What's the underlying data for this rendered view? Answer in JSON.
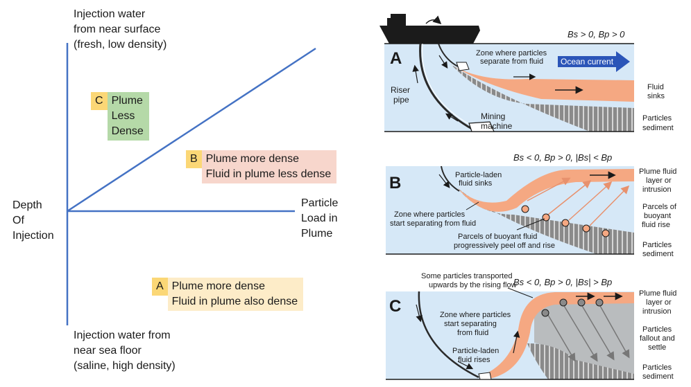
{
  "left": {
    "top_label": [
      "Injection water",
      "from near surface",
      "(fresh, low density)"
    ],
    "bottom_label": [
      "Injection water from",
      "near sea floor",
      "(saline, high density)"
    ],
    "y_axis_label": [
      "Depth",
      "Of",
      "Injection"
    ],
    "x_axis_label": [
      "Particle",
      "Load in",
      "Plume"
    ],
    "regions": {
      "c": {
        "letter": "C",
        "lines": [
          "Plume",
          "Less",
          "Dense"
        ]
      },
      "b": {
        "letter": "B",
        "lines": [
          "Plume more dense",
          "Fluid in plume less dense"
        ]
      },
      "a": {
        "letter": "A",
        "lines": [
          "Plume more dense",
          "Fluid in plume also dense"
        ]
      }
    }
  },
  "right": {
    "panel_a": {
      "letter": "A",
      "condition": "Bs > 0,  Bp > 0",
      "zone_label": [
        "Zone where particles",
        "separate from fluid"
      ],
      "current_label": "Ocean current",
      "riser_label": [
        "Riser",
        "pipe"
      ],
      "machine_label": [
        "Mining",
        "machine"
      ],
      "side_labels": {
        "fluid": [
          "Fluid",
          "sinks"
        ],
        "particles": [
          "Particles",
          "sediment"
        ]
      }
    },
    "panel_b": {
      "letter": "B",
      "condition": "Bs < 0,  Bp > 0,  |Bs| < Bp",
      "laden_label": [
        "Particle-laden",
        "fluid sinks"
      ],
      "zone_label": [
        "Zone where particles",
        "start separating from fluid"
      ],
      "parcels_label": [
        "Parcels of buoyant fluid",
        "progressively peel off and rise"
      ],
      "side_labels": {
        "plume": [
          "Plume fluid",
          "layer or",
          "intrusion"
        ],
        "parcels": [
          "Parcels of",
          "buoyant",
          "fluid rise"
        ],
        "particles": [
          "Particles",
          "sediment"
        ]
      }
    },
    "panel_c": {
      "letter": "C",
      "condition": "Bs < 0,  Bp > 0,  |Bs| > Bp",
      "transport_label": [
        "Some particles transported",
        "upwards by the rising flow"
      ],
      "zone_label": [
        "Zone where particles",
        "start separating",
        "from fluid"
      ],
      "laden_label": [
        "Particle-laden",
        "fluid rises"
      ],
      "side_labels": {
        "plume": [
          "Plume fluid",
          "layer or",
          "intrusion"
        ],
        "fallout": [
          "Particles",
          "fallout and",
          "settle"
        ],
        "particles": [
          "Particles",
          "sediment"
        ]
      }
    }
  },
  "colors": {
    "axis_blue": "#4472c4",
    "c_box": "#b5d9a8",
    "b_box": "#f7d6cc",
    "a_box": "#fdecc8",
    "letter_box": "#fbd776",
    "water": "#d6e8f7",
    "plume": "#f5a882",
    "sediment": "#8a8a8a",
    "current_arrow": "#2b55b8"
  }
}
